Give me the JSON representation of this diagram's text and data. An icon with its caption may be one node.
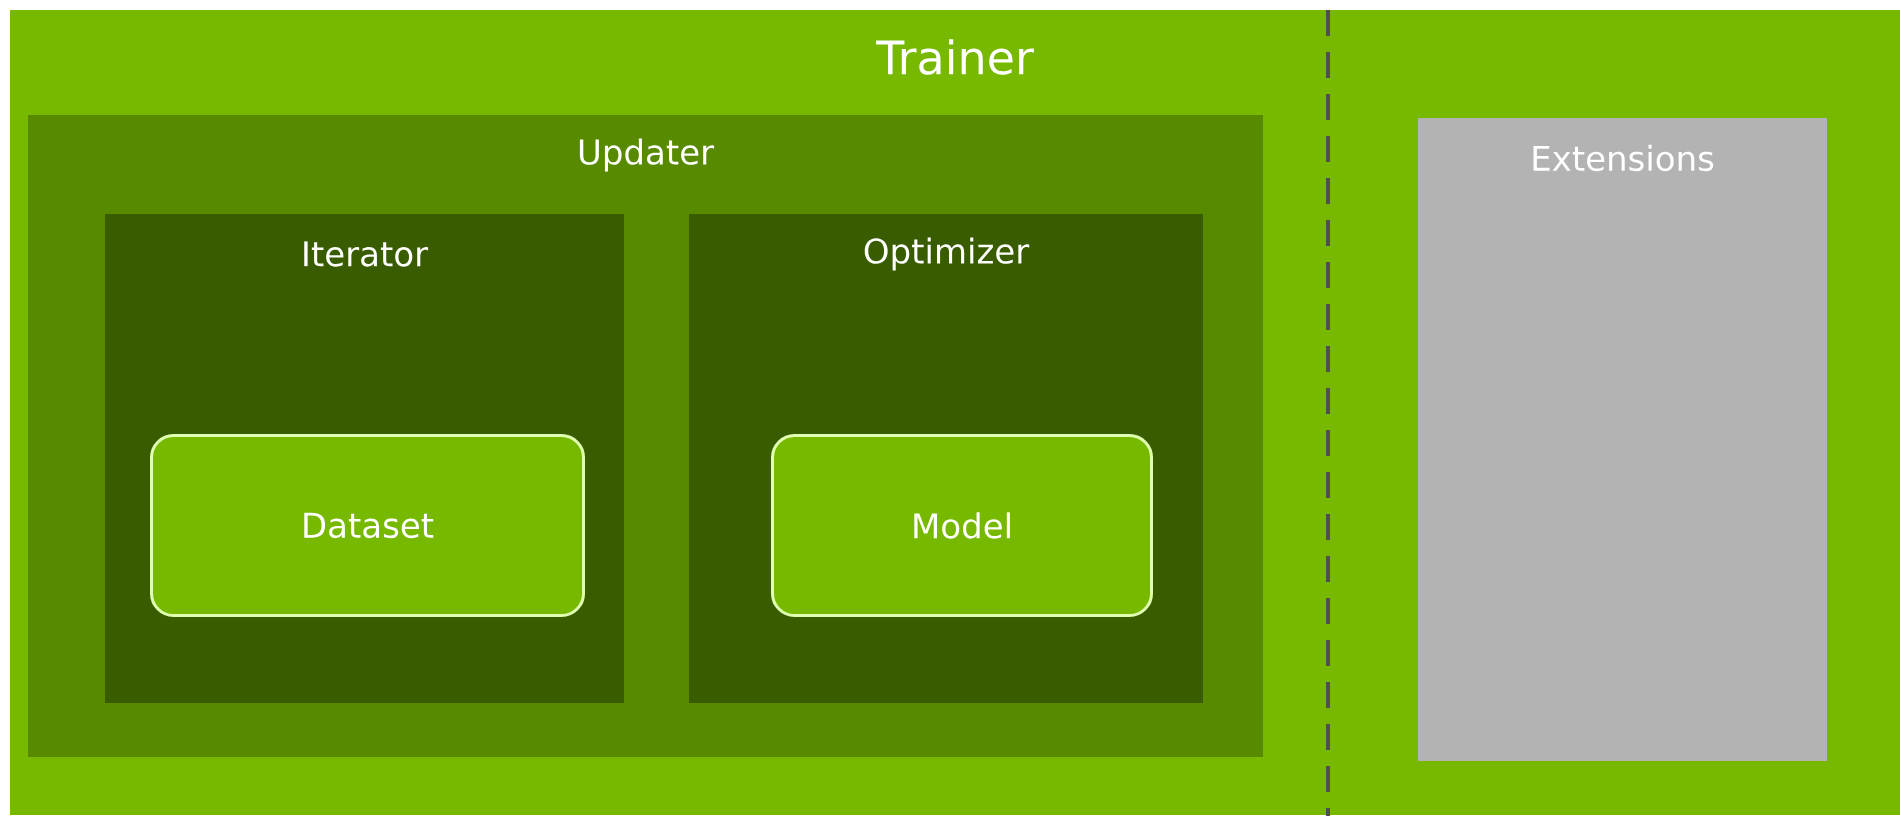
{
  "diagram": {
    "nodes": [
      {
        "text": [
          "Trainer"
        ]
      },
      {
        "text": [
          "Updater"
        ],
        "in": 0
      },
      {
        "text": [
          "Iterator"
        ],
        "in": 1
      },
      {
        "text": [
          "Dataset"
        ],
        "in": 2
      },
      {
        "text": [
          "Optimizer"
        ],
        "in": 1
      },
      {
        "text": [
          "Model"
        ],
        "in": 4
      },
      {
        "text": [
          "Extensions"
        ],
        "in": 0
      }
    ]
  }
}
